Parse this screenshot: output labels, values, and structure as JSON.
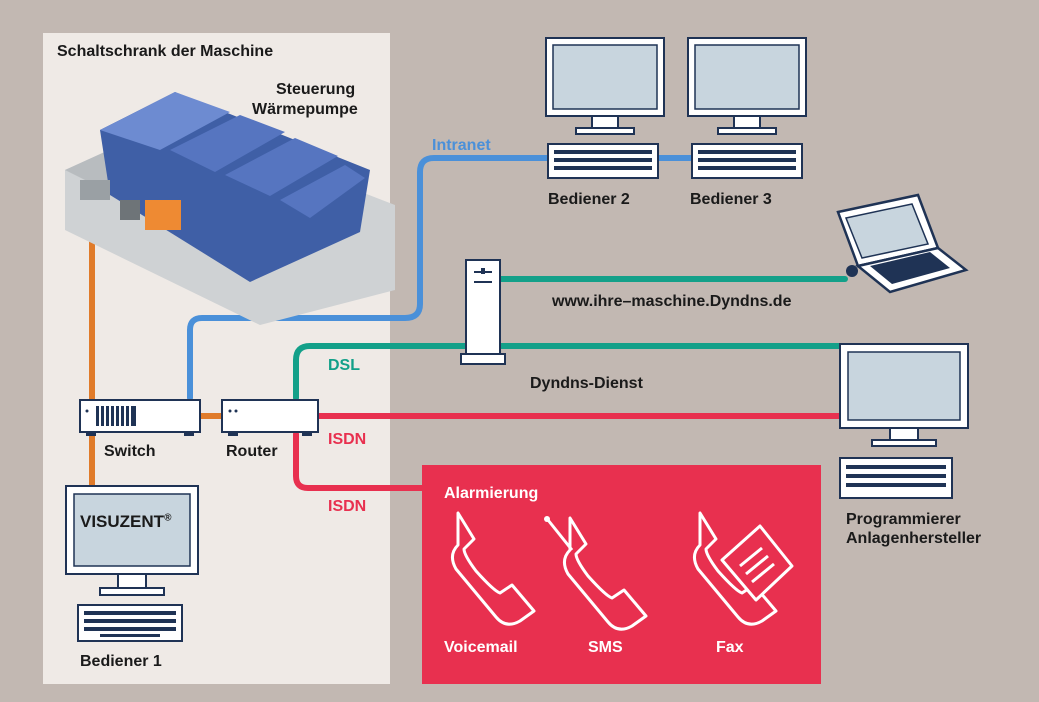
{
  "cabinet": {
    "title": "Schaltschrank der Maschine"
  },
  "plc": {
    "label_line1": "Steuerung",
    "label_line2": "Wärmepumpe"
  },
  "network": {
    "intranet": "Intranet",
    "dsl": "DSL",
    "isdn_1": "ISDN",
    "isdn_2": "ISDN"
  },
  "devices": {
    "switch": "Switch",
    "router": "Router",
    "visuzent": "VISUZENT",
    "visuzent_mark": "®",
    "operator1": "Bediener 1",
    "operator2": "Bediener 2",
    "operator3": "Bediener 3",
    "dyndns_url": "www.ihre–maschine.Dyndns.de",
    "dyndns_service": "Dyndns-Dienst",
    "programmer_line1": "Programmierer",
    "programmer_line2": "Anlagenhersteller"
  },
  "alarm": {
    "title": "Alarmierung",
    "voicemail": "Voicemail",
    "sms": "SMS",
    "fax": "Fax"
  },
  "colors": {
    "background": "#c2b8b2",
    "cabinet": "#efeae6",
    "intranet": "#4a90d9",
    "dsl": "#13a089",
    "isdn": "#e8304f",
    "local": "#e07b2a",
    "alarm_box": "#e8304f"
  }
}
